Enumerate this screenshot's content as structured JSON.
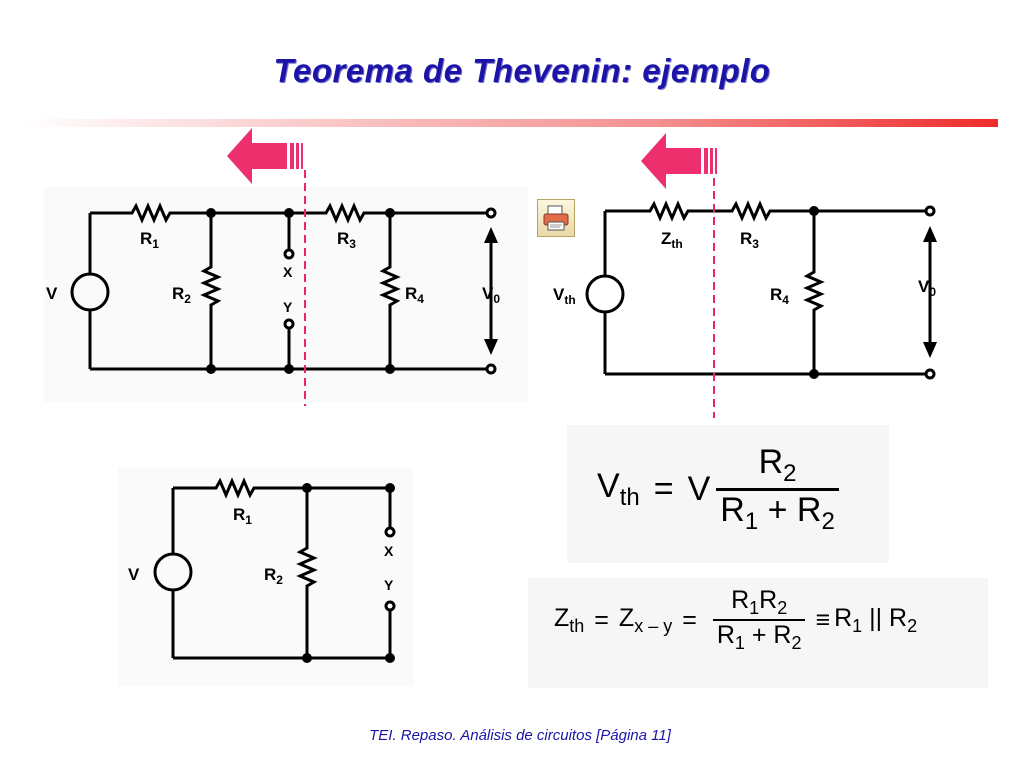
{
  "title": "Teorema de Thevenin: ejemplo",
  "footer": "TEI. Repaso. Análisis de circuitos [Página 11]",
  "colors": {
    "title": "#1c14a8",
    "arrow": "#ee2f6e",
    "cut_line": "#e8246a",
    "rule_end": "#ee2b2b"
  },
  "print_icon": "printer-icon",
  "circuit_original": {
    "source": "V",
    "r1": "R",
    "r1_sub": "1",
    "r2": "R",
    "r2_sub": "2",
    "r3": "R",
    "r3_sub": "3",
    "r4": "R",
    "r4_sub": "4",
    "x": "X",
    "y": "Y",
    "vout": "V",
    "vout_sub": "0"
  },
  "circuit_thevenin": {
    "source": "V",
    "source_sub": "th",
    "z": "Z",
    "z_sub": "th",
    "r3": "R",
    "r3_sub": "3",
    "r4": "R",
    "r4_sub": "4",
    "vout": "V",
    "vout_sub": "0"
  },
  "circuit_reduced": {
    "source": "V",
    "r1": "R",
    "r1_sub": "1",
    "r2": "R",
    "r2_sub": "2",
    "x": "X",
    "y": "Y"
  },
  "eq_vth": {
    "lhs": "V",
    "lhs_sub": "th",
    "eq": "=",
    "factor": "V",
    "num": "R",
    "num_sub": "2",
    "den_a": "R",
    "den_a_sub": "1",
    "den_plus": " + ",
    "den_b": "R",
    "den_b_sub": "2"
  },
  "eq_zth": {
    "lhs": "Z",
    "lhs_sub": "th",
    "eq1": "=",
    "mid": "Z",
    "mid_sub": "x – y",
    "eq2": "=",
    "num_a": "R",
    "num_a_sub": "1",
    "num_b": "R",
    "num_b_sub": "2",
    "den_a": "R",
    "den_a_sub": "1",
    "den_plus": " + ",
    "den_b": "R",
    "den_b_sub": "2",
    "equiv": "≡",
    "rhs_a": "R",
    "rhs_a_sub": "1",
    "par": " || ",
    "rhs_b": "R",
    "rhs_b_sub": "2"
  }
}
